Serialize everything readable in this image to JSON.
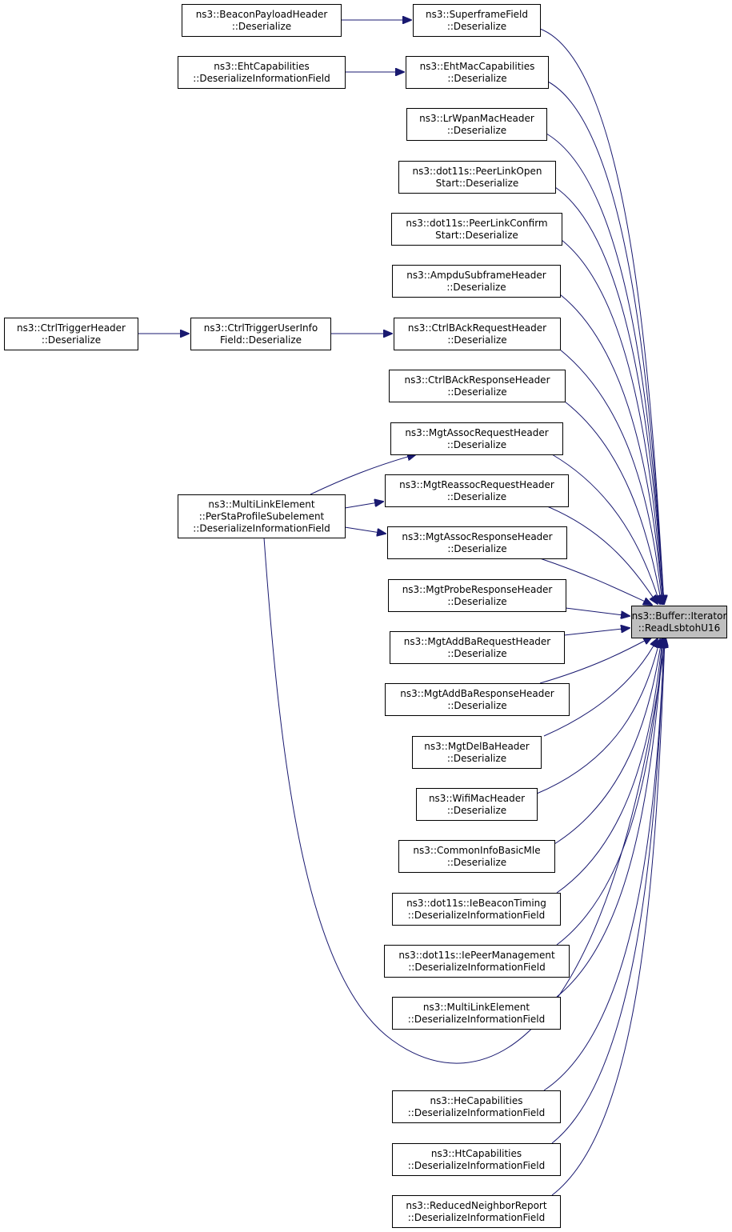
{
  "diagram": {
    "target": {
      "id": "target",
      "lines": [
        "ns3::Buffer::Iterator",
        "::ReadLsbtohU16"
      ]
    },
    "nodes": [
      {
        "id": "n_superframe",
        "lines": [
          "ns3::SuperframeField",
          "::Deserialize"
        ]
      },
      {
        "id": "n_beaconpayload",
        "lines": [
          "ns3::BeaconPayloadHeader",
          "::Deserialize"
        ]
      },
      {
        "id": "n_ehtmaccap",
        "lines": [
          "ns3::EhtMacCapabilities",
          "::Deserialize"
        ]
      },
      {
        "id": "n_ehtcap",
        "lines": [
          "ns3::EhtCapabilities",
          "::DeserializeInformationField"
        ]
      },
      {
        "id": "n_lrwpan",
        "lines": [
          "ns3::LrWpanMacHeader",
          "::Deserialize"
        ]
      },
      {
        "id": "n_peerlinkopen",
        "lines": [
          "ns3::dot11s::PeerLinkOpen",
          "Start::Deserialize"
        ]
      },
      {
        "id": "n_peerlinkconfirm",
        "lines": [
          "ns3::dot11s::PeerLinkConfirm",
          "Start::Deserialize"
        ]
      },
      {
        "id": "n_ampdu",
        "lines": [
          "ns3::AmpduSubframeHeader",
          "::Deserialize"
        ]
      },
      {
        "id": "n_ctrlbackreq",
        "lines": [
          "ns3::CtrlBAckRequestHeader",
          "::Deserialize"
        ]
      },
      {
        "id": "n_ctrltriggeruser",
        "lines": [
          "ns3::CtrlTriggerUserInfo",
          "Field::Deserialize"
        ]
      },
      {
        "id": "n_ctrltrigger",
        "lines": [
          "ns3::CtrlTriggerHeader",
          "::Deserialize"
        ]
      },
      {
        "id": "n_ctrlbackresp",
        "lines": [
          "ns3::CtrlBAckResponseHeader",
          "::Deserialize"
        ]
      },
      {
        "id": "n_mgtassocreq",
        "lines": [
          "ns3::MgtAssocRequestHeader",
          "::Deserialize"
        ]
      },
      {
        "id": "n_perstaprofile",
        "lines": [
          "ns3::MultiLinkElement",
          "::PerStaProfileSubelement",
          "::DeserializeInformationField"
        ]
      },
      {
        "id": "n_mgtreassocreq",
        "lines": [
          "ns3::MgtReassocRequestHeader",
          "::Deserialize"
        ]
      },
      {
        "id": "n_mgtassocresp",
        "lines": [
          "ns3::MgtAssocResponseHeader",
          "::Deserialize"
        ]
      },
      {
        "id": "n_mgtproberesp",
        "lines": [
          "ns3::MgtProbeResponseHeader",
          "::Deserialize"
        ]
      },
      {
        "id": "n_mgtaddbareq",
        "lines": [
          "ns3::MgtAddBaRequestHeader",
          "::Deserialize"
        ]
      },
      {
        "id": "n_mgtaddbaresp",
        "lines": [
          "ns3::MgtAddBaResponseHeader",
          "::Deserialize"
        ]
      },
      {
        "id": "n_mgtdelba",
        "lines": [
          "ns3::MgtDelBaHeader",
          "::Deserialize"
        ]
      },
      {
        "id": "n_wifimac",
        "lines": [
          "ns3::WifiMacHeader",
          "::Deserialize"
        ]
      },
      {
        "id": "n_commoninfo",
        "lines": [
          "ns3::CommonInfoBasicMle",
          "::Deserialize"
        ]
      },
      {
        "id": "n_iebeacontiming",
        "lines": [
          "ns3::dot11s::IeBeaconTiming",
          "::DeserializeInformationField"
        ]
      },
      {
        "id": "n_iepeermgmt",
        "lines": [
          "ns3::dot11s::IePeerManagement",
          "::DeserializeInformationField"
        ]
      },
      {
        "id": "n_multilink",
        "lines": [
          "ns3::MultiLinkElement",
          "::DeserializeInformationField"
        ]
      },
      {
        "id": "n_hecap",
        "lines": [
          "ns3::HeCapabilities",
          "::DeserializeInformationField"
        ]
      },
      {
        "id": "n_htcap",
        "lines": [
          "ns3::HtCapabilities",
          "::DeserializeInformationField"
        ]
      },
      {
        "id": "n_reducedneighbor",
        "lines": [
          "ns3::ReducedNeighborReport",
          "::DeserializeInformationField"
        ]
      }
    ],
    "edges": [
      {
        "from": "n_beaconpayload",
        "to": "n_superframe"
      },
      {
        "from": "n_ehtcap",
        "to": "n_ehtmaccap"
      },
      {
        "from": "n_ctrltrigger",
        "to": "n_ctrltriggeruser"
      },
      {
        "from": "n_ctrltriggeruser",
        "to": "n_ctrlbackreq"
      },
      {
        "from": "n_perstaprofile",
        "to": "n_mgtassocreq"
      },
      {
        "from": "n_perstaprofile",
        "to": "n_mgtreassocreq"
      },
      {
        "from": "n_perstaprofile",
        "to": "n_mgtassocresp"
      },
      {
        "from": "n_perstaprofile",
        "to": "target"
      },
      {
        "from": "n_superframe",
        "to": "target"
      },
      {
        "from": "n_ehtmaccap",
        "to": "target"
      },
      {
        "from": "n_lrwpan",
        "to": "target"
      },
      {
        "from": "n_peerlinkopen",
        "to": "target"
      },
      {
        "from": "n_peerlinkconfirm",
        "to": "target"
      },
      {
        "from": "n_ampdu",
        "to": "target"
      },
      {
        "from": "n_ctrlbackreq",
        "to": "target"
      },
      {
        "from": "n_ctrlbackresp",
        "to": "target"
      },
      {
        "from": "n_mgtassocreq",
        "to": "target"
      },
      {
        "from": "n_mgtreassocreq",
        "to": "target"
      },
      {
        "from": "n_mgtassocresp",
        "to": "target"
      },
      {
        "from": "n_mgtproberesp",
        "to": "target"
      },
      {
        "from": "n_mgtaddbareq",
        "to": "target"
      },
      {
        "from": "n_mgtaddbaresp",
        "to": "target"
      },
      {
        "from": "n_mgtdelba",
        "to": "target"
      },
      {
        "from": "n_wifimac",
        "to": "target"
      },
      {
        "from": "n_commoninfo",
        "to": "target"
      },
      {
        "from": "n_iebeacontiming",
        "to": "target"
      },
      {
        "from": "n_iepeermgmt",
        "to": "target"
      },
      {
        "from": "n_multilink",
        "to": "target"
      },
      {
        "from": "n_hecap",
        "to": "target"
      },
      {
        "from": "n_htcap",
        "to": "target"
      },
      {
        "from": "n_reducedneighbor",
        "to": "target"
      }
    ],
    "colors": {
      "edge": "#191970",
      "node_border": "#000000",
      "node_fill": "#ffffff",
      "target_fill": "#bfbfbf"
    }
  }
}
